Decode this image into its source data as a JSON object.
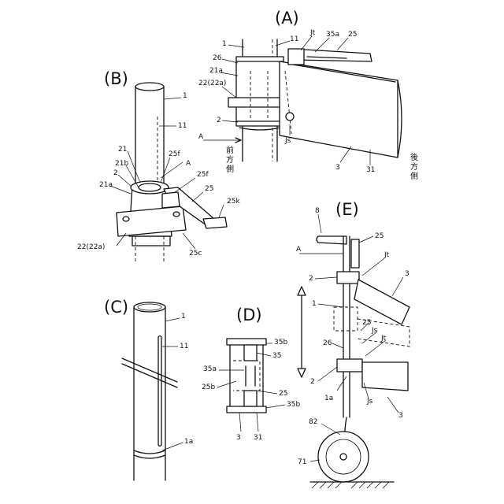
{
  "panels": {
    "a": "(A)",
    "b": "(B)",
    "c": "(C)",
    "d": "(D)",
    "e": "(E)"
  },
  "labels_a": {
    "n1": "1",
    "n11": "11",
    "jt": "Jt",
    "n35a": "35a",
    "n25": "25",
    "n26": "26",
    "n21a": "21a",
    "n22": "22(22a)",
    "n2": "2",
    "arrowA": "A",
    "js": "Js",
    "n3": "3",
    "n31": "31",
    "front": [
      "前",
      "方",
      "側"
    ],
    "rear": [
      "後",
      "方",
      "側"
    ]
  },
  "labels_b": {
    "n1": "1",
    "n11": "11",
    "n21": "21",
    "n21b": "21b",
    "n2": "2",
    "n21a": "21a",
    "n25f1": "25f",
    "arrowA": "A",
    "n25f2": "25f",
    "n25": "25",
    "n25k": "25k",
    "n22": "22(22a)",
    "n25c": "25c"
  },
  "labels_c": {
    "n1": "1",
    "n11": "11",
    "n1a": "1a"
  },
  "labels_d": {
    "n35b1": "35b",
    "n35": "35",
    "n35a": "35a",
    "n25b": "25b",
    "n25": "25",
    "n35b2": "35b",
    "n3": "3",
    "n31": "31"
  },
  "labels_e": {
    "n8": "8",
    "n25": "25",
    "arrowA": "A",
    "jt1": "Jt",
    "n2a": "2",
    "n3a": "3",
    "n1": "1",
    "n25b": "25",
    "js1": "Js",
    "jt2": "Jt",
    "n26": "26",
    "n2b": "2",
    "n1a": "1a",
    "js2": "Js",
    "n3b": "3",
    "n82": "82",
    "n71": "71"
  }
}
